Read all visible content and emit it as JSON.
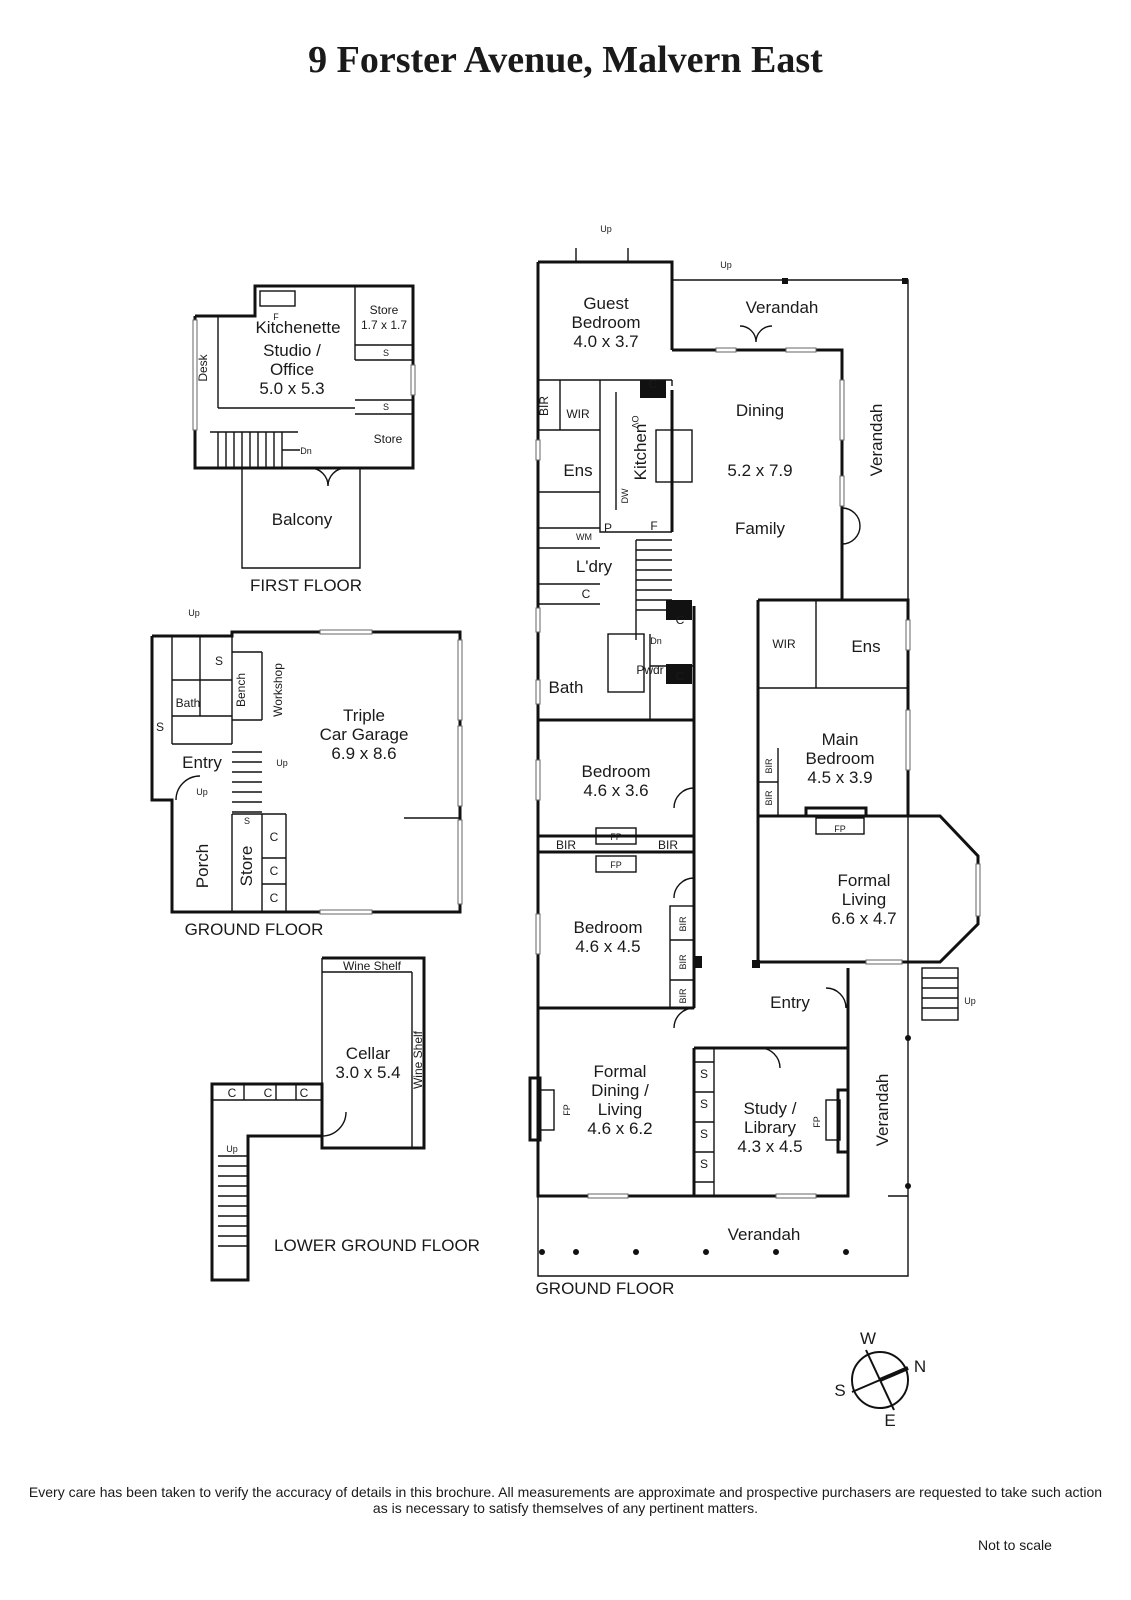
{
  "title": "9 Forster Avenue, Malvern East",
  "floors": {
    "first": "FIRST FLOOR",
    "ground_garage": "GROUND FLOOR",
    "lower": "LOWER GROUND FLOOR",
    "ground_main": "GROUND FLOOR"
  },
  "first_floor": {
    "kitchenette": "Kitchenette",
    "studio": [
      "Studio /",
      "Office",
      "5.0 x 5.3"
    ],
    "store1": [
      "Store",
      "1.7 x 1.7"
    ],
    "store2": "Store",
    "desk": "Desk",
    "balcony": "Balcony",
    "s": "S",
    "f": "F",
    "dn": "Dn"
  },
  "garage_floor": {
    "garage": [
      "Triple",
      "Car Garage",
      "6.9 x 8.6"
    ],
    "workshop": "Workshop",
    "bench": "Bench",
    "bath": "Bath",
    "entry": "Entry",
    "porch": "Porch",
    "store": "Store",
    "s": "S",
    "c": "C",
    "up": "Up"
  },
  "lower_floor": {
    "cellar": [
      "Cellar",
      "3.0 x 5.4"
    ],
    "wine_shelf": "Wine Shelf",
    "c": "C",
    "up": "Up"
  },
  "main_floor": {
    "guest_bedroom": [
      "Guest",
      "Bedroom",
      "4.0 x 3.7"
    ],
    "verandah": "Verandah",
    "dining": "Dining",
    "dining_size": "5.2 x 7.9",
    "family": "Family",
    "kitchen": "Kitchen",
    "ens": "Ens",
    "wir": "WIR",
    "bir": "BIR",
    "ldry": "L'dry",
    "bath": "Bath",
    "pwdr": "Pwdr",
    "main_bedroom": [
      "Main",
      "Bedroom",
      "4.5 x 3.9"
    ],
    "bedroom1": [
      "Bedroom",
      "4.6 x 3.6"
    ],
    "bedroom2": [
      "Bedroom",
      "4.6 x 4.5"
    ],
    "formal_living": [
      "Formal",
      "Living",
      "6.6 x 4.7"
    ],
    "entry": "Entry",
    "formal_dining": [
      "Formal",
      "Dining /",
      "Living",
      "4.6 x 6.2"
    ],
    "study": [
      "Study /",
      "Library",
      "4.3 x 4.5"
    ],
    "fp": "FP",
    "c": "C",
    "s": "S",
    "p": "P",
    "f": "F",
    "wm": "WM",
    "dw": "DW",
    "ov": "OV",
    "up": "Up",
    "dn": "Dn"
  },
  "compass": {
    "n": "N",
    "s": "S",
    "e": "E",
    "w": "W"
  },
  "disclaimer": "Every care has been taken to verify the accuracy of details in this brochure. All measurements are approximate and prospective purchasers are requested to take such action as is necessary to satisfy themselves of any pertinent matters.",
  "scale_note": "Not to scale"
}
